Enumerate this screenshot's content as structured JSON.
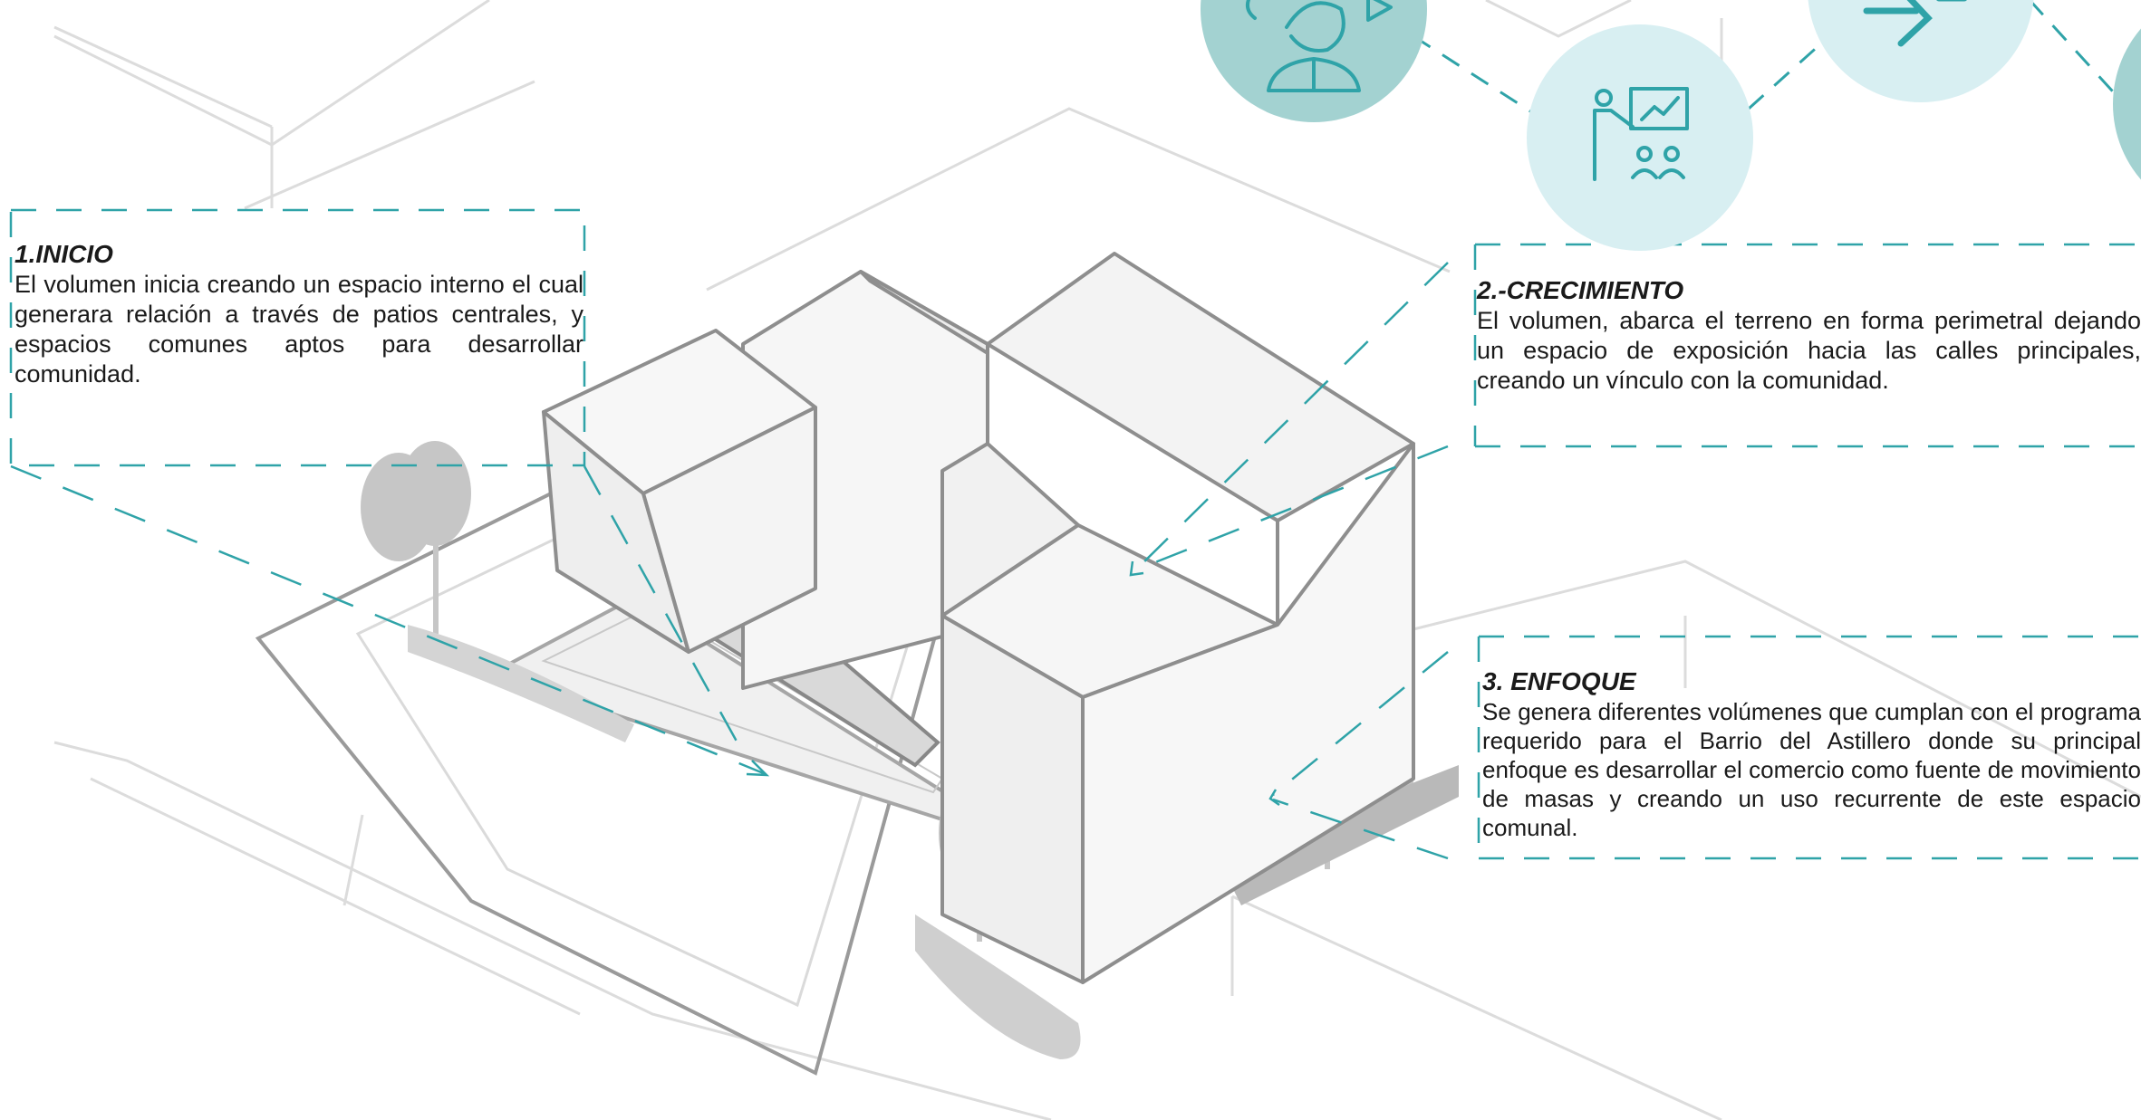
{
  "callouts": [
    {
      "title": "1.INICIO",
      "text": "El volumen inicia creando un espacio interno el cual generara relación a través de patios centrales, y espacios comunes aptos para desarrollar comunidad."
    },
    {
      "title": "2.-CRECIMIENTO",
      "text": "El volumen, abarca el terreno en forma perimetral dejando un espacio de exposición hacia las calles principales, creando un vínculo con la comunidad."
    },
    {
      "title": "3. ENFOQUE",
      "text": "Se genera diferentes volúmenes que cumplan con el programa requerido para el Barrio del Astillero donde su principal enfoque es desarrollar el comercio como fuente de movimiento de masas y creando un uso recurrente de este espacio comunal."
    }
  ],
  "icons": [
    "person-speaking-icon",
    "presentation-icon",
    "growth-arrow-icon",
    "partial-circle-icon"
  ],
  "colors": {
    "accent_teal": "#2fa3a8",
    "icon_circle_dark": "#9fd0cf",
    "icon_circle_light": "#d7eff2",
    "building_line": "#8c8c8c",
    "site_line": "#d9d9d9",
    "tree_gray": "#c4c4c4"
  }
}
